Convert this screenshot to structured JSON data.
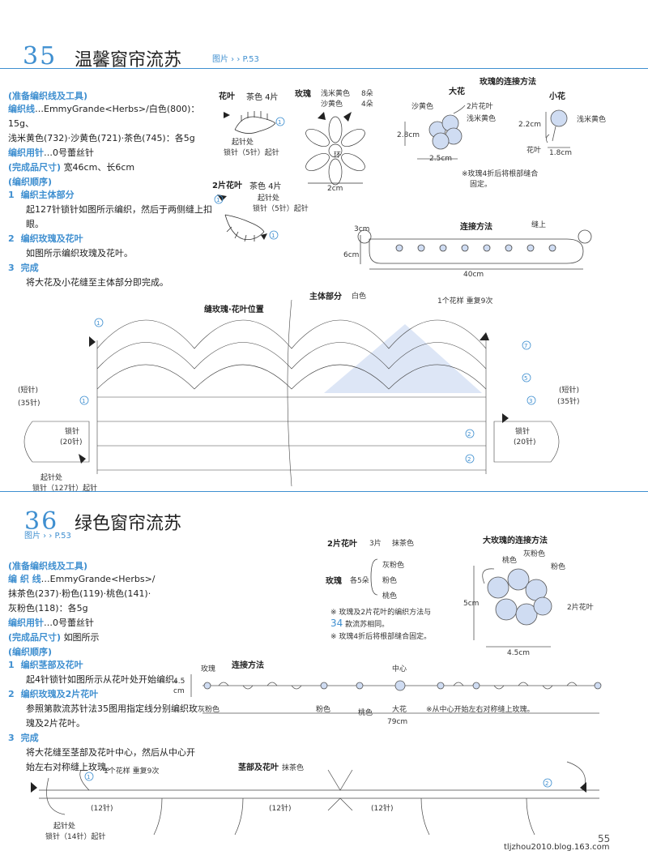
{
  "p35": {
    "number": "35",
    "title": "温馨窗帘流苏",
    "page_ref": "图片 › › P.53",
    "materials_heading": "(准备编织线及工具)",
    "yarn_label": "编织线",
    "yarn_text": "…EmmyGrande<Herbs>/白色(800)：15g、",
    "yarn_text2": "浅米黄色(732)·沙黄色(721)·茶色(745)：各5g",
    "hook_label": "编织用针",
    "hook_text": "…0号蕾丝针",
    "size_heading": "(完成品尺寸)",
    "size_text": "宽46cm、长6cm",
    "order_heading": "(编织顺序)",
    "steps": [
      {
        "num": "1",
        "title": "编织主体部分",
        "body": "起127针锁针如图所示编织，然后于两侧缝上扣眼。"
      },
      {
        "num": "2",
        "title": "编织玫瑰及花叶",
        "body": "如图所示编织玫瑰及花叶。"
      },
      {
        "num": "3",
        "title": "完成",
        "body": "将大花及小花缝至主体部分即完成。"
      }
    ],
    "leaf_label": "花叶",
    "leaf_color": "茶色 4片",
    "leaf_start": "起针处",
    "leaf_chain": "锁针（5针）起针",
    "leaf2_label": "2片花叶",
    "leaf2_color": "茶色 4片",
    "leaf2_start": "起针处",
    "leaf2_chain": "锁针（5针）起针",
    "rose_label": "玫瑰",
    "rose_color1": "浅米黄色",
    "rose_count1": "8朵",
    "rose_color2": "沙黄色",
    "rose_count2": "4朵",
    "rose_ring": "环",
    "rose_size": "2cm",
    "connect_heading": "玫瑰的连接方法",
    "big_flower": "大花",
    "small_flower": "小花",
    "bf_sand": "沙黄色",
    "bf_leaf": "2片花叶",
    "bf_cream": "浅米黄色",
    "bf_h": "2.8cm",
    "bf_w": "2.5cm",
    "sf_cream": "浅米黄色",
    "sf_h": "2.2cm",
    "sf_leaf": "花叶",
    "sf_w": "1.8cm",
    "fold_note": "※玫瑰4折后将根部缝合",
    "fold_note2": "固定。",
    "method_heading": "连接方法",
    "sew_on": "缝上",
    "dim_3cm": "3cm",
    "dim_6cm": "6cm",
    "dim_40cm": "40cm",
    "sew_position": "缝玫瑰·花叶位置",
    "main_part": "主体部分",
    "main_color": "白色",
    "pattern_repeat": "1个花样 重复9次",
    "short_l": "(短针)",
    "short_l2": "(35针)",
    "short_r": "(短针)",
    "short_r2": "(35针)",
    "chain20_l": "锁针",
    "chain20_l2": "(20针)",
    "chain20_r": "锁针",
    "chain20_r2": "(20针)",
    "start_chain": "起针处",
    "start_chain2": "锁针（127针）起针"
  },
  "p36": {
    "number": "36",
    "title": "绿色窗帘流苏",
    "page_ref": "图片 › › P.53",
    "materials_heading": "(准备编织线及工具)",
    "yarn_label": "编 织 线",
    "yarn_text": "…EmmyGrande<Herbs>/",
    "yarn_text2": "抹茶色(237)·粉色(119)·桃色(141)·",
    "yarn_text3": "灰粉色(118)：各5g",
    "hook_label": "编织用针",
    "hook_text": "…0号蕾丝针",
    "size_heading": "(完成品尺寸)",
    "size_text": "如图所示",
    "order_heading": "(编织顺序)",
    "steps": [
      {
        "num": "1",
        "title": "编织茎部及花叶",
        "body": "起4针锁针如图所示从花叶处开始编织。"
      },
      {
        "num": "2",
        "title": "编织玫瑰及2片花叶",
        "body": "参照第款流苏针法35图用指定线分别编织玫瑰及2片花叶。"
      },
      {
        "num": "3",
        "title": "完成",
        "body": "将大花缝至茎部及花叶中心，然后从中心开始左右对称缝上玫瑰。"
      }
    ],
    "leaf2_label": "2片花叶",
    "leaf2_count": "3片",
    "leaf2_color": "抹茶色",
    "rose_label": "玫瑰",
    "rose_count": "各5朵",
    "rose_c1": "灰粉色",
    "rose_c2": "粉色",
    "rose_c3": "桃色",
    "note1": "※ 玫瑰及2片花叶的编织方法与",
    "note1_num": "34",
    "note1b": "款流苏相同。",
    "note2": "※ 玫瑰4折后将根部缝合固定。",
    "big_heading": "大玫瑰的连接方法",
    "big_peach": "桃色",
    "big_grey": "灰粉色",
    "big_pink": "粉色",
    "big_leaf": "2片花叶",
    "big_h": "5cm",
    "big_w": "4.5cm",
    "method_heading": "连接方法",
    "m_rose": "玫瑰",
    "m_center": "中心",
    "m_h": "4.5",
    "m_h2": "cm",
    "m_grey": "灰粉色",
    "m_pink": "粉色",
    "m_peach": "桃色",
    "m_big": "大花",
    "m_note": "※从中心开始左右对称缝上玫瑰。",
    "m_len": "79cm",
    "stem_heading": "茎部及花叶",
    "stem_color": "抹茶色",
    "stem_repeat": "1个花样 重复9次",
    "stem_12a": "(12针)",
    "stem_12b": "(12针)",
    "stem_12c": "(12针)",
    "stem_start": "起针处",
    "stem_chain": "锁针（14针）起针"
  },
  "footer": {
    "page_number": "55",
    "watermark": "tljzhou2010.blog.163.com"
  },
  "colors": {
    "accent": "#3f8fd0",
    "light_blue": "#cfdcf2",
    "ink": "#222222"
  }
}
